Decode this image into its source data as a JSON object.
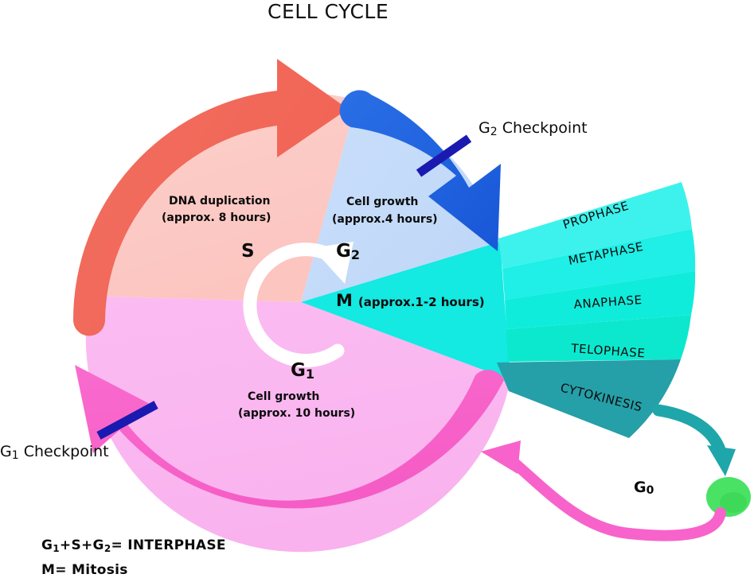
{
  "title": "CELL CYCLE",
  "colors": {
    "s_phase": "#fccac6",
    "g2_phase": "#c5dcfa",
    "g1_phase": "#fbb8f0",
    "m_phase": "#14e9e2",
    "red_arrow": "#f4695a",
    "blue_arrow": "#1f66e0",
    "pink_arrow": "#f763ca",
    "teal_arrow": "#1fa6aa",
    "checkpoint_bar": "#1a1ab0",
    "white_arrow": "#ffffff",
    "g0_cell": "#4ae264",
    "background": "#ffffff"
  },
  "phases": {
    "s": {
      "label": "S",
      "description": "DNA duplication",
      "duration": "(approx. 8 hours)"
    },
    "g2": {
      "label": "G",
      "sub": "2",
      "description": "Cell growth",
      "duration": "(approx.4 hours)"
    },
    "g1": {
      "label": "G",
      "sub": "1",
      "description": "Cell growth",
      "duration": "(approx. 10 hours)"
    },
    "m": {
      "label": "M",
      "duration": "(approx.1-2 hours)"
    },
    "g0": {
      "label": "G",
      "sub": "0"
    }
  },
  "checkpoints": [
    {
      "id": "g2-checkpoint",
      "label": "G",
      "sub": "2",
      "suffix": " Checkpoint"
    },
    {
      "id": "g1-checkpoint",
      "label": "G",
      "sub": "1",
      "suffix": " Checkpoint"
    }
  ],
  "mitosis_stages": [
    {
      "name": "PROPHASE",
      "color": "#3df2ec"
    },
    {
      "name": "METAPHASE",
      "color": "#22efe6"
    },
    {
      "name": "ANAPHASE",
      "color": "#13ecdc"
    },
    {
      "name": "TELOPHASE",
      "color": "#0fe7cf"
    },
    {
      "name": "CYTOKINESIS",
      "color": "#259fa8"
    }
  ],
  "legend": [
    {
      "id": "interphase",
      "parts": [
        "G",
        "1",
        "+S+G",
        "2",
        "= INTERPHASE"
      ]
    },
    {
      "id": "mitosis",
      "text": "M= Mitosis"
    }
  ],
  "legend_lines": {
    "interphase_prefix": "G",
    "interphase_sub1": "1",
    "interphase_mid": "+S+G",
    "interphase_sub2": "2",
    "interphase_suffix": "= INTERPHASE",
    "mitosis": "M= Mitosis"
  },
  "chart_data": {
    "type": "pie",
    "title": "CELL CYCLE",
    "categories": [
      "S",
      "G2",
      "M",
      "G1"
    ],
    "values": [
      8,
      4,
      1.5,
      10
    ],
    "unit": "hours",
    "labels": [
      "DNA duplication (approx. 8 hours)",
      "Cell growth (approx.4 hours)",
      "M (approx.1-2 hours)",
      "Cell growth (approx. 10 hours)"
    ],
    "legend": [
      "G1+S+G2= INTERPHASE",
      "M= Mitosis"
    ],
    "annotations": [
      "G1 Checkpoint",
      "G2 Checkpoint",
      "G0"
    ],
    "subdivisions": [
      "PROPHASE",
      "METAPHASE",
      "ANAPHASE",
      "TELOPHASE",
      "CYTOKINESIS"
    ]
  }
}
